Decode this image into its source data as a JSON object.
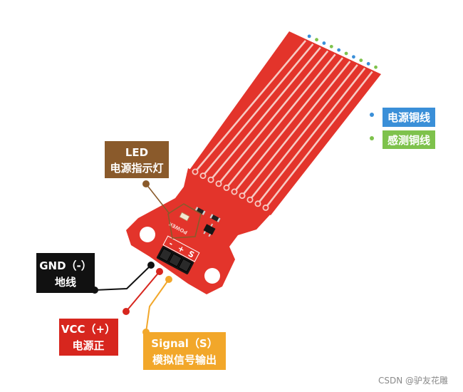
{
  "labels": {
    "led": {
      "line1": "LED",
      "line2": "电源指示灯"
    },
    "power_trace": "电源铜线",
    "sense_trace": "感测铜线",
    "gnd": {
      "line1": "GND（-）",
      "line2": "地线"
    },
    "vcc": {
      "line1": "VCC（+）",
      "line2": "电源正"
    },
    "signal": {
      "line1": "Signal（S）",
      "line2": "模拟信号输出"
    }
  },
  "pcb": {
    "pin_labels": [
      "-",
      "+",
      "S"
    ],
    "silkscreen": "POWER"
  },
  "watermark": "CSDN @驴友花雕",
  "colors": {
    "pcb": "#e3342b",
    "trace": "#f7c9c2",
    "power_trace": "#3a8fd8",
    "sense_trace": "#7ec24c",
    "led": "#8a5a2b",
    "gnd": "#111111",
    "vcc": "#d7261e",
    "signal": "#f2a72a"
  }
}
